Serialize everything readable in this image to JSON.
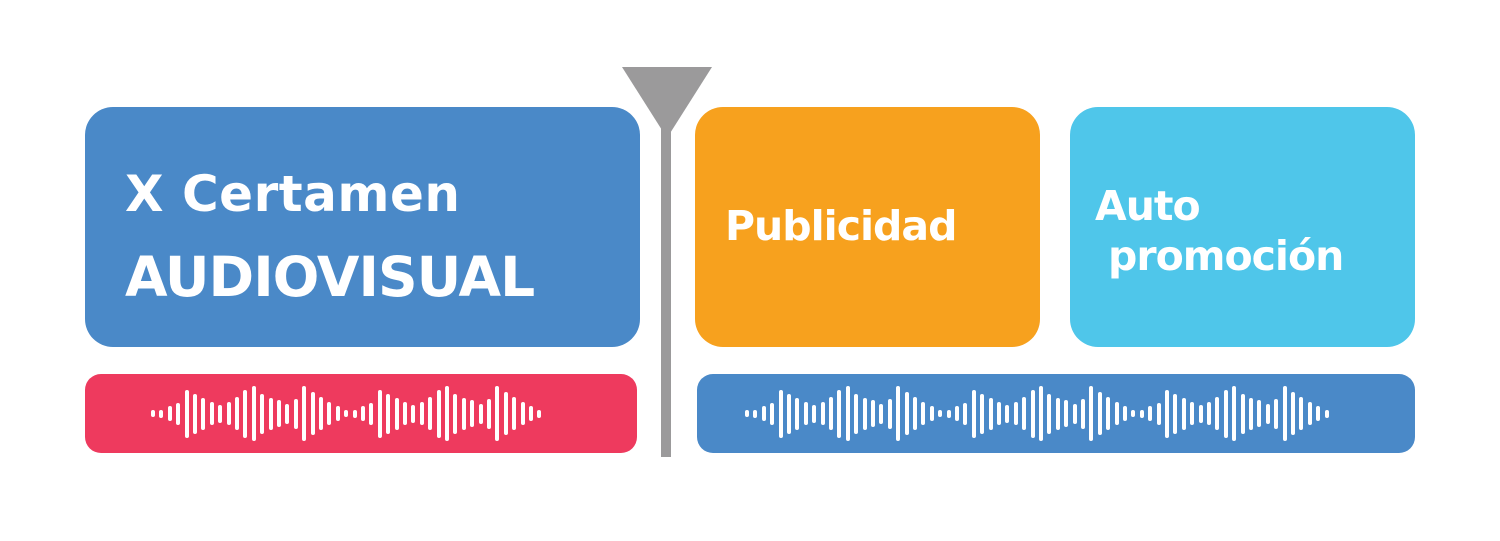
{
  "title": {
    "line1": "X Certamen",
    "line2": "AUDIOVISUAL"
  },
  "categories": [
    {
      "label": "Publicidad"
    },
    {
      "line1": "Auto",
      "line2": "promoción"
    }
  ],
  "colors": {
    "main": "#4A89C8",
    "publicidad": "#F7A11E",
    "autopromocion": "#4FC6EA",
    "wave_left": "#EE3A5E",
    "wave_right": "#4A89C8",
    "antenna": "#9B9A9B"
  },
  "icons": {
    "antenna": "antenna-icon",
    "waveform": "soundwave-icon"
  }
}
